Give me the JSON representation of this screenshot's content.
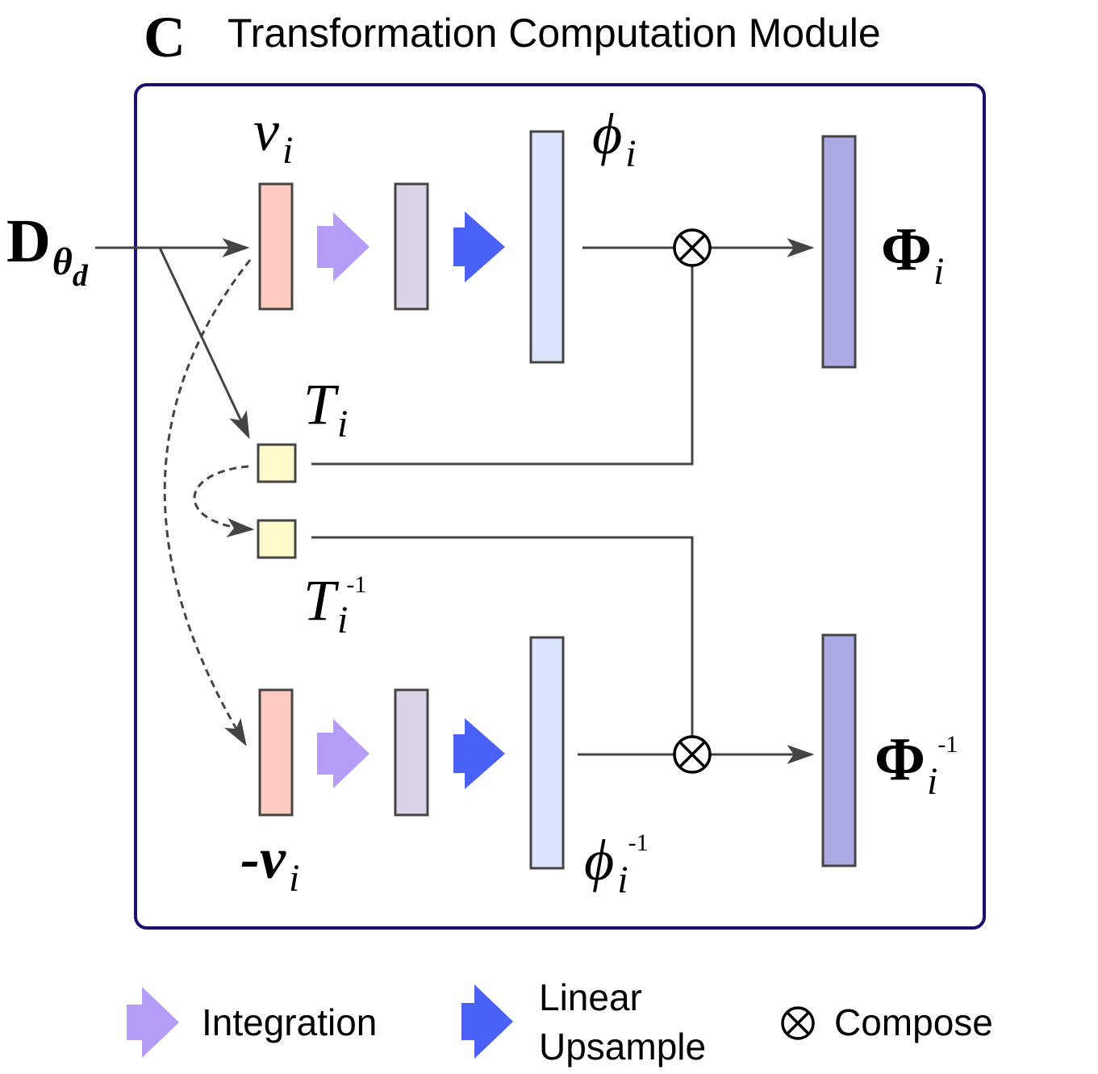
{
  "header": {
    "letter": "C",
    "title": "Transformation Computation Module"
  },
  "labels": {
    "input": {
      "main": "D",
      "sub": "θ",
      "subsub": "d"
    },
    "v_i": {
      "main": "v",
      "sub": "i"
    },
    "phi_i": {
      "main": "ϕ",
      "sub": "i"
    },
    "Phi_i": {
      "main": "Φ",
      "sub": "i"
    },
    "T_i": {
      "main": "T",
      "sub": "i"
    },
    "T_i_inv": {
      "main": "T",
      "sub": "i",
      "sup": "-1"
    },
    "neg_v_i": {
      "main": "-v",
      "sub": "i"
    },
    "phi_i_inv": {
      "main": "ϕ",
      "sub": "i",
      "sup": "-1"
    },
    "Phi_i_inv": {
      "main": "Φ",
      "sub": "i",
      "sup": "-1"
    }
  },
  "compose_symbol": "⊗",
  "legend": {
    "integration": "Integration",
    "upsample_line1": "Linear",
    "upsample_line2": "Upsample",
    "compose": "Compose"
  },
  "colors": {
    "frame": "#1a0f6b",
    "velocity": "#fdcbc0",
    "integrated": "#dcd3e8",
    "field": "#dae4fb",
    "output": "#aca9e7",
    "affine": "#fffbcc",
    "integration_arrow": "#b59cf7",
    "upsample_arrow": "#4a61f7",
    "connector": "#444444"
  }
}
